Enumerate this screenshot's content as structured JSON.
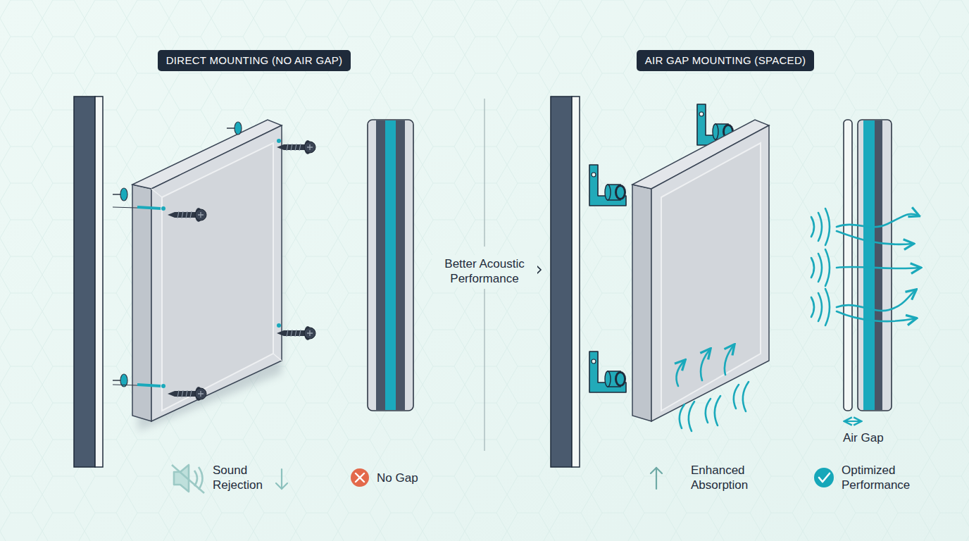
{
  "diagram": {
    "nodes": [
      {
        "text": [
          "DIRECT MOUNTING (NO AIR GAP)"
        ]
      },
      {
        "text": [
          "AIR GAP MOUNTING (SPACED)"
        ]
      }
    ],
    "labels": [
      "Better Acoustic Performance",
      "Air Gap",
      "Sound Rejection",
      "No Gap",
      "Enhanced Absorption",
      "Optimized Performance"
    ]
  }
}
